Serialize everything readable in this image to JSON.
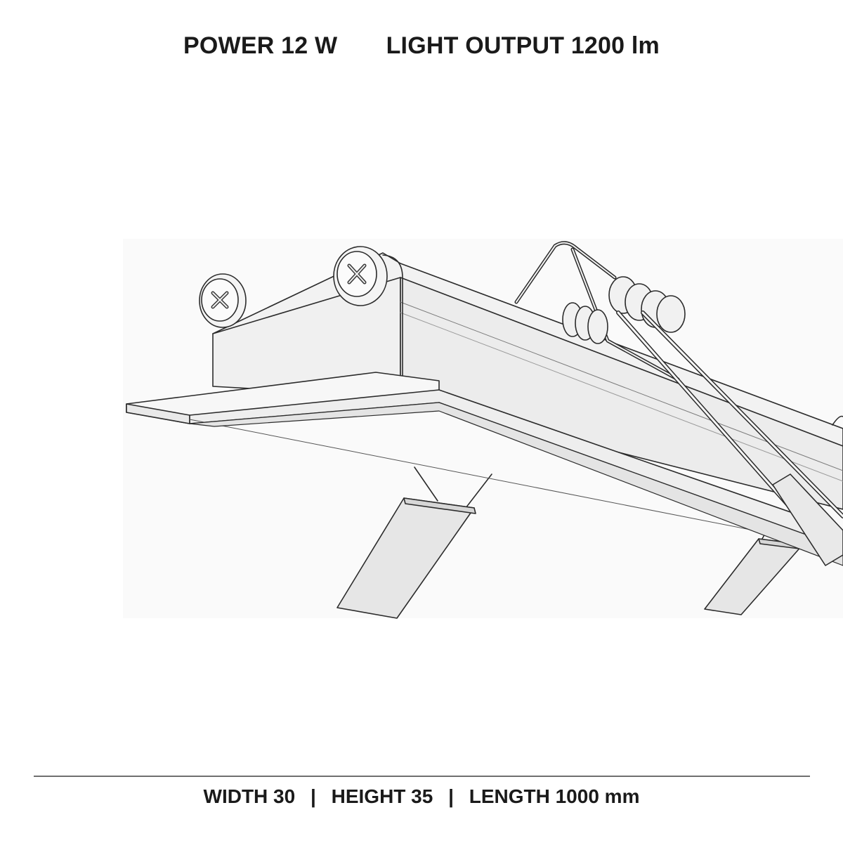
{
  "header": {
    "power": "POWER 12 W",
    "light_output": "LIGHT OUTPUT 1200 lm"
  },
  "footer": {
    "width": "WIDTH 30",
    "height": "HEIGHT 35",
    "length": "LENGTH 1000 mm",
    "separator": "|"
  },
  "figure": {
    "icon": "recessed-linear-led-profile-illustration",
    "stroke_color": "#2b2b2b",
    "fill_color": "#f3f3f3",
    "shade_color": "#e2e2e2"
  }
}
